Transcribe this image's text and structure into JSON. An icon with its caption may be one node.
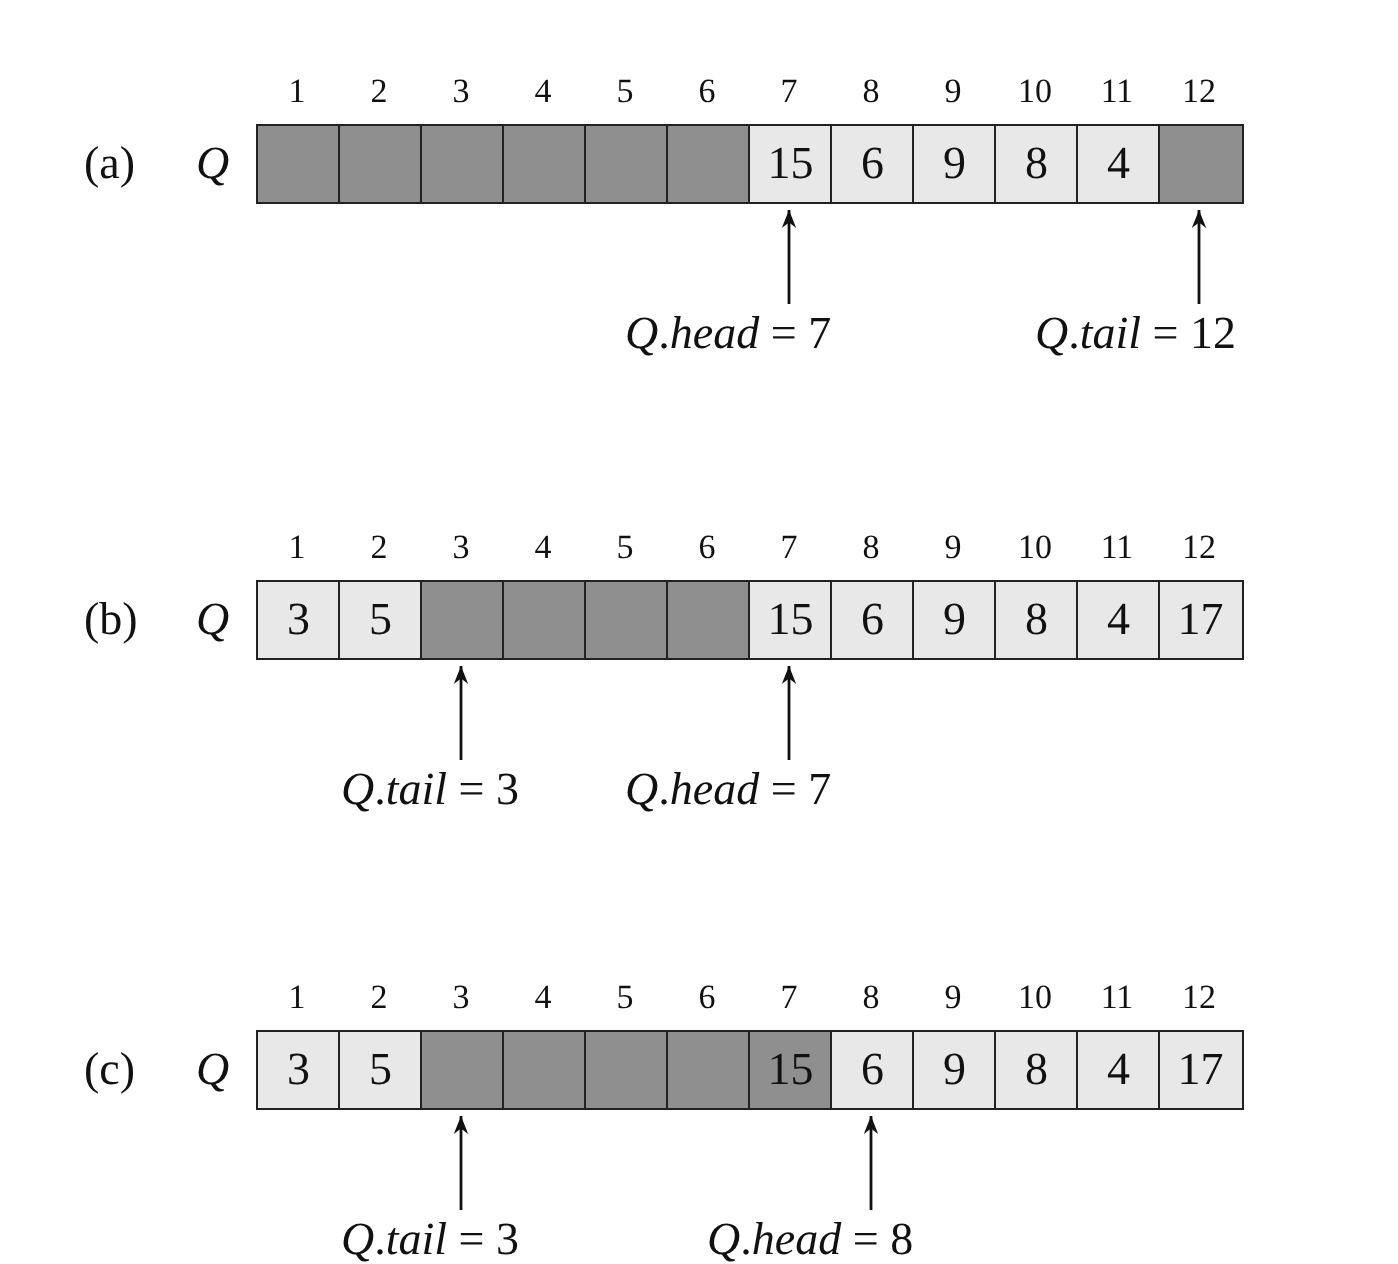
{
  "diagram": {
    "nodes": [
      {
        "text": [],
        "shape": "box"
      },
      {
        "text": [],
        "shape": "box"
      },
      {
        "text": [],
        "shape": "box"
      },
      {
        "text": [],
        "shape": "box"
      },
      {
        "text": [],
        "shape": "box"
      },
      {
        "text": [],
        "shape": "box"
      },
      {
        "text": [
          "15"
        ]
      },
      {
        "text": [
          "6"
        ]
      },
      {
        "text": [
          "9"
        ]
      },
      {
        "text": [
          "8"
        ]
      },
      {
        "text": [
          "4"
        ]
      },
      {
        "text": [],
        "shape": "box"
      },
      {
        "text": [
          "*Q*.*head* = 7"
        ]
      },
      {
        "text": [
          "*Q*.*tail* = 12"
        ]
      },
      {
        "text": [
          "3"
        ]
      },
      {
        "text": [
          "5"
        ]
      },
      {
        "text": [],
        "shape": "box"
      },
      {
        "text": [],
        "shape": "box"
      },
      {
        "text": [],
        "shape": "box"
      },
      {
        "text": [],
        "shape": "box"
      },
      {
        "text": [
          "15"
        ]
      },
      {
        "text": [
          "6"
        ]
      },
      {
        "text": [
          "9"
        ]
      },
      {
        "text": [
          "8"
        ]
      },
      {
        "text": [
          "4"
        ]
      },
      {
        "text": [
          "17"
        ]
      },
      {
        "text": [
          "*Q*.*tail* = 3"
        ]
      },
      {
        "text": [
          "*Q*.*head* = 7"
        ]
      },
      {
        "text": [
          "3"
        ]
      },
      {
        "text": [
          "5"
        ]
      },
      {
        "text": [],
        "shape": "box"
      },
      {
        "text": [],
        "shape": "box"
      },
      {
        "text": [],
        "shape": "box"
      },
      {
        "text": [],
        "shape": "box"
      },
      {
        "text": [
          "15"
        ]
      },
      {
        "text": [
          "6"
        ]
      },
      {
        "text": [
          "9"
        ]
      },
      {
        "text": [
          "8"
        ]
      },
      {
        "text": [
          "4"
        ]
      },
      {
        "text": [
          "17"
        ]
      },
      {
        "text": [
          "*Q*.*tail* = 3"
        ]
      },
      {
        "text": [
          "*Q*.*head* = 8"
        ]
      }
    ],
    "edges": [
      {
        "from": 12,
        "to": 6,
        "arrow": "to"
      },
      {
        "from": 13,
        "to": 11,
        "arrow": "to"
      },
      {
        "from": 26,
        "to": 16,
        "arrow": "to"
      },
      {
        "from": 27,
        "to": 20,
        "arrow": "to"
      },
      {
        "from": 40,
        "to": 30,
        "arrow": "to"
      },
      {
        "from": 41,
        "to": 35,
        "arrow": "to"
      }
    ],
    "labels": [
      "1",
      "2",
      "3",
      "4",
      "5",
      "6",
      "7",
      "8",
      "9",
      "10",
      "11",
      "12",
      "(a)",
      "Q",
      "1",
      "2",
      "3",
      "4",
      "5",
      "6",
      "7",
      "8",
      "9",
      "10",
      "11",
      "12",
      "(b)",
      "Q",
      "1",
      "2",
      "3",
      "4",
      "5",
      "6",
      "7",
      "8",
      "9",
      "10",
      "11",
      "12",
      "(c)",
      "Q"
    ]
  }
}
